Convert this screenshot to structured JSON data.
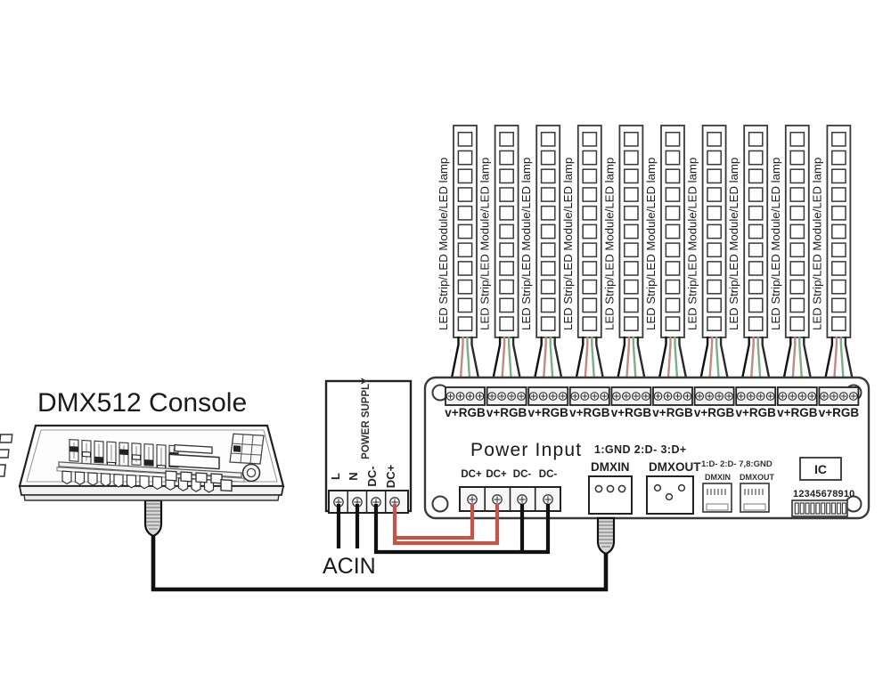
{
  "diagram": {
    "title_console": "DMX512 Console",
    "acin_label": "ACIN",
    "power_supply_label": "POWER SUPPLY",
    "psu_terminals": [
      "L",
      "N",
      "DC-",
      "DC+"
    ],
    "board": {
      "power_input_title": "Power Input",
      "power_input_terminals": [
        "DC+",
        "DC+",
        "DC-",
        "DC-"
      ],
      "dmx_pinout": "1:GND 2:D- 3:D+",
      "dmx_in_label": "DMXIN",
      "dmx_out_label": "DMXOUT",
      "rj45_pinout": "1:D- 2:D- 7,8:GND",
      "rj45_in_label": "DMXIN",
      "rj45_out_label": "DMXOUT",
      "ic_label": "IC",
      "dip_numbers": "12345678910",
      "dip_switch_count": 10,
      "output_channel_label": "v+RGB",
      "output_channel_count": 10,
      "output_terminal_pins": 4
    },
    "led_strip": {
      "label": "LED Strip/LED Module/LED lamp",
      "count": 10,
      "cells_per_strip": 11
    },
    "wire_colors": {
      "vplus": "#111111",
      "red": "#c08a80",
      "green": "#7fae86",
      "blue": "#2b2b2b",
      "dc_positive": "#c0564a",
      "dc_negative": "#111111",
      "ac": "#111111",
      "dmx_cable": "#111111"
    },
    "palette": {
      "line": "#3a3a3a",
      "board_fill": "#ffffff",
      "terminal_fill": "#f2f2f2",
      "led_cell_fill": "#ffffff",
      "strip_fill": "#fbfbfb",
      "console_fill": "#fcfcfc",
      "connector_fill": "#d8d8d8"
    }
  }
}
